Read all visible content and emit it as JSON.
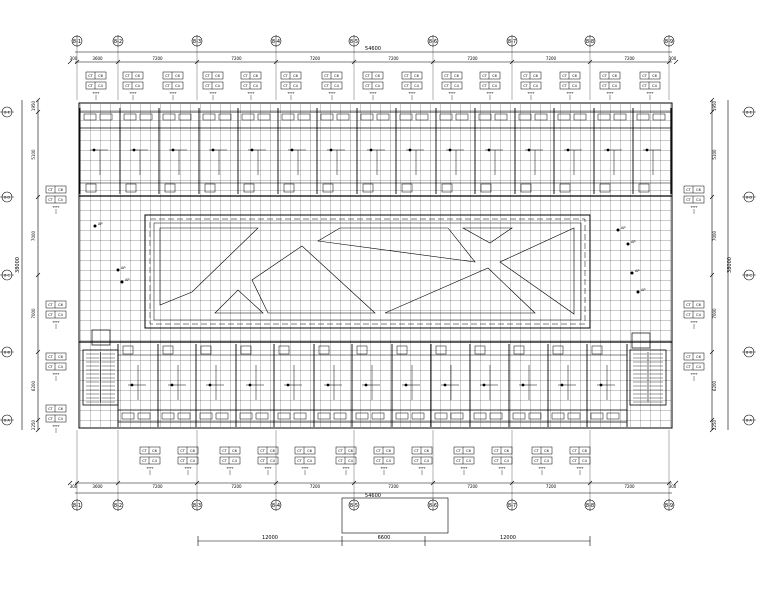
{
  "axes": {
    "top_labels": [
      "8-1",
      "8-2",
      "8-3",
      "8-4",
      "8-5",
      "8-6",
      "8-7",
      "8-8",
      "8-9"
    ],
    "bottom_labels": [
      "8-1",
      "8-2",
      "8-3",
      "8-4",
      "8-5",
      "8-6",
      "8-7",
      "8-8",
      "8-9"
    ],
    "left_labels": [
      "8-E",
      "8-D",
      "8-C",
      "8-B",
      "8-A"
    ],
    "right_labels": [
      "8-E",
      "8-D",
      "8-C",
      "8-B",
      "8-A"
    ]
  },
  "dimensions": {
    "top_overall": "54600",
    "top_segments": [
      "300",
      "3600",
      "7200",
      "7200",
      "7200",
      "7200",
      "7200",
      "7200",
      "7200",
      "300"
    ],
    "bottom_overall": "54600",
    "bottom_segments": [
      "300",
      "3600",
      "7200",
      "7200",
      "7200",
      "7200",
      "7200",
      "7200",
      "7200",
      "300"
    ],
    "bottom_row2": [
      "12000",
      "6600",
      "12000"
    ],
    "left_overall": "38000",
    "left_segments": [
      "1950",
      "5100",
      "7000",
      "7000",
      "6200",
      "2250"
    ],
    "right_overall": "38000",
    "right_segments": [
      "1950",
      "5100",
      "7000",
      "7000",
      "6200",
      "2250"
    ]
  },
  "tags": {
    "row1": [
      "CT",
      "C6"
    ],
    "row2": [
      "CT",
      "C4"
    ],
    "sub": "TTTT"
  },
  "equipment_label": "AP"
}
